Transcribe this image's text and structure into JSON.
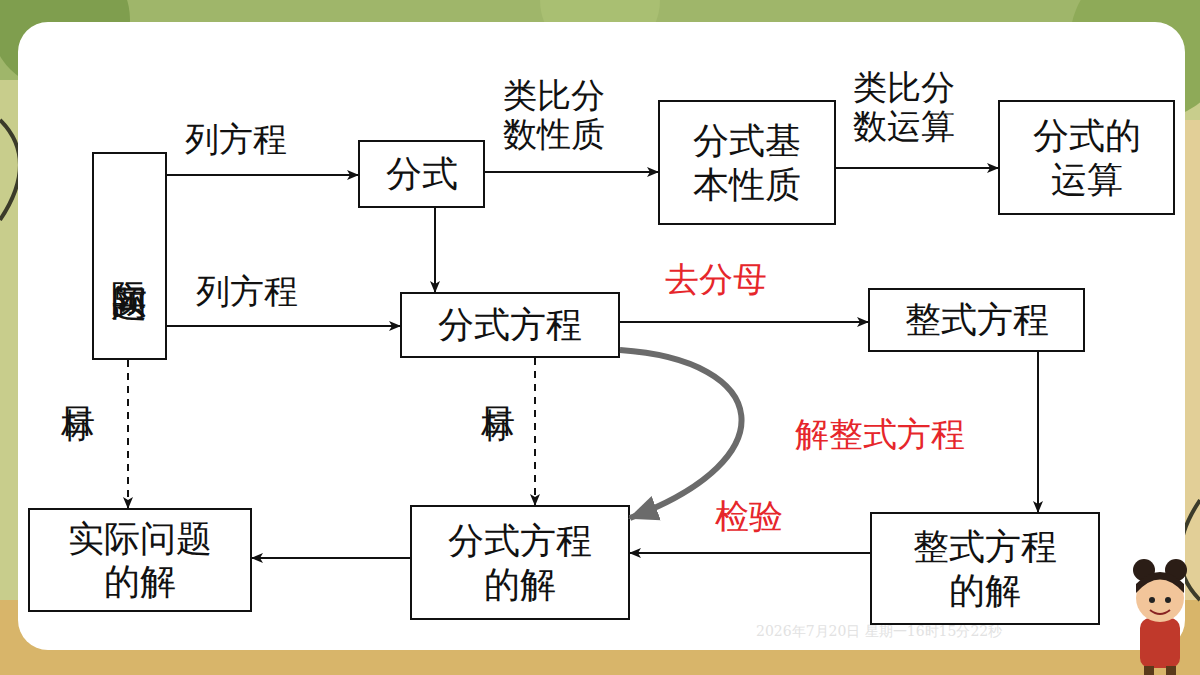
{
  "diagram": {
    "nodes": [
      {
        "text": [
          "实际问题"
        ]
      },
      {
        "text": [
          "分式"
        ]
      },
      {
        "text": [
          "分式基 本性质"
        ]
      },
      {
        "text": [
          "分式的 运算"
        ]
      },
      {
        "text": [
          "分式方程"
        ]
      },
      {
        "text": [
          "整式方程"
        ]
      },
      {
        "text": [
          "实际问题 的解"
        ]
      },
      {
        "text": [
          "分式方程 的解"
        ]
      },
      {
        "text": [
          "整式方程 的解"
        ]
      }
    ],
    "edges": [
      {
        "from": 0,
        "to": 1,
        "arrow": "to",
        "label": "列方程"
      },
      {
        "from": 1,
        "to": 2,
        "arrow": "to",
        "label": "类比分 数性质"
      },
      {
        "from": 2,
        "to": 3,
        "arrow": "to",
        "label": "类比分 数运算"
      },
      {
        "from": 0,
        "to": 4,
        "arrow": "to",
        "label": "列方程"
      },
      {
        "from": 1,
        "to": 4,
        "arrow": "to"
      },
      {
        "from": 4,
        "to": 5,
        "arrow": "to",
        "label": "去分母"
      },
      {
        "from": 0,
        "to": 6,
        "arrow": "to",
        "label": "目标"
      },
      {
        "from": 4,
        "to": 7,
        "arrow": "to",
        "label": "目标"
      },
      {
        "from": 4,
        "to": 7,
        "arrow": "to"
      },
      {
        "from": 5,
        "to": 8,
        "arrow": "to",
        "label": "解整式方程"
      },
      {
        "from": 8,
        "to": 7,
        "arrow": "to",
        "label": "检验"
      },
      {
        "from": 7,
        "to": 6,
        "arrow": "to"
      }
    ],
    "labels": [
      "2026年7月20日 星期一16时15分22秒"
    ]
  }
}
